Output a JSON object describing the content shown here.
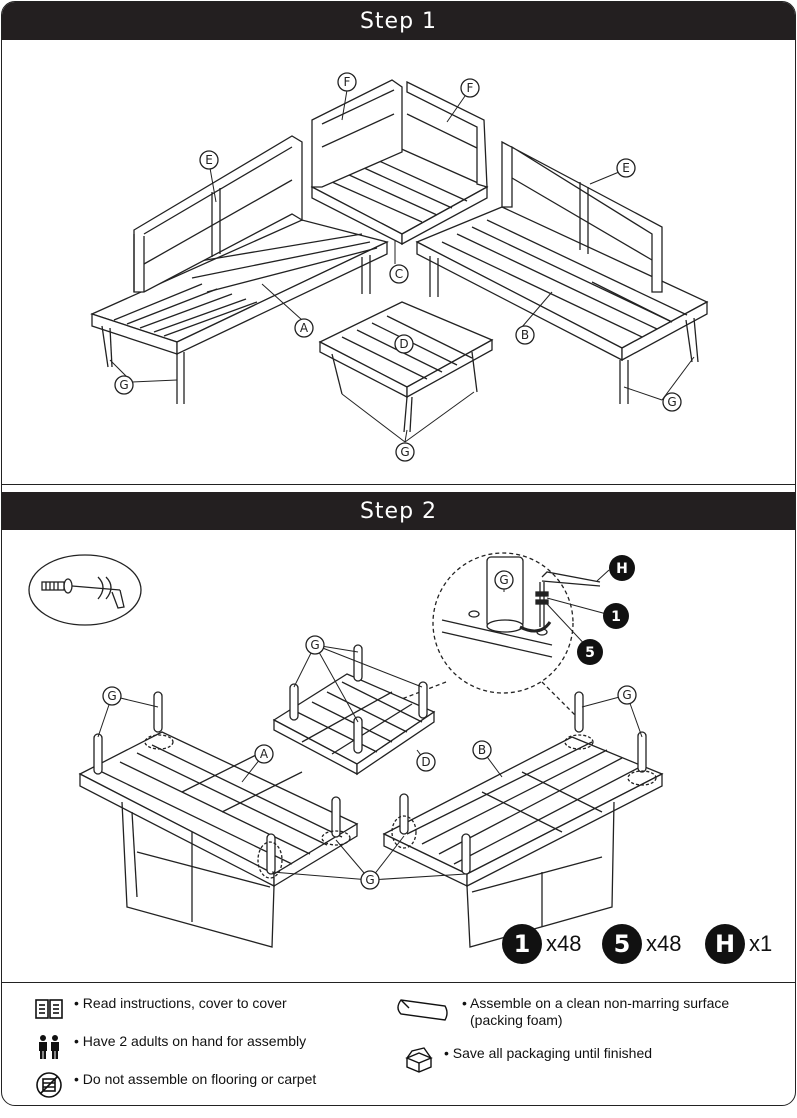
{
  "steps": [
    {
      "title": "Step 1"
    },
    {
      "title": "Step 2"
    }
  ],
  "step1": {
    "parts": {
      "A": "A",
      "B": "B",
      "C": "C",
      "D": "D",
      "E": "E",
      "F": "F",
      "G": "G"
    }
  },
  "step2": {
    "parts": {
      "A": "A",
      "B": "B",
      "D": "D",
      "G": "G"
    },
    "hardware": {
      "h": "H",
      "one": "1",
      "five": "5"
    },
    "quantities": [
      {
        "badge": "1",
        "count": "x48"
      },
      {
        "badge": "5",
        "count": "x48"
      },
      {
        "badge": "H",
        "count": "x1"
      }
    ]
  },
  "notes": {
    "read": "• Read instructions, cover to cover",
    "adults": "• Have 2 adults on hand for assembly",
    "flooring": "• Do not assemble on flooring or carpet",
    "surface_1": "• Assemble  on a clean non-marring surface",
    "surface_2": "(packing foam)",
    "packaging": "• Save all packaging until finished"
  }
}
